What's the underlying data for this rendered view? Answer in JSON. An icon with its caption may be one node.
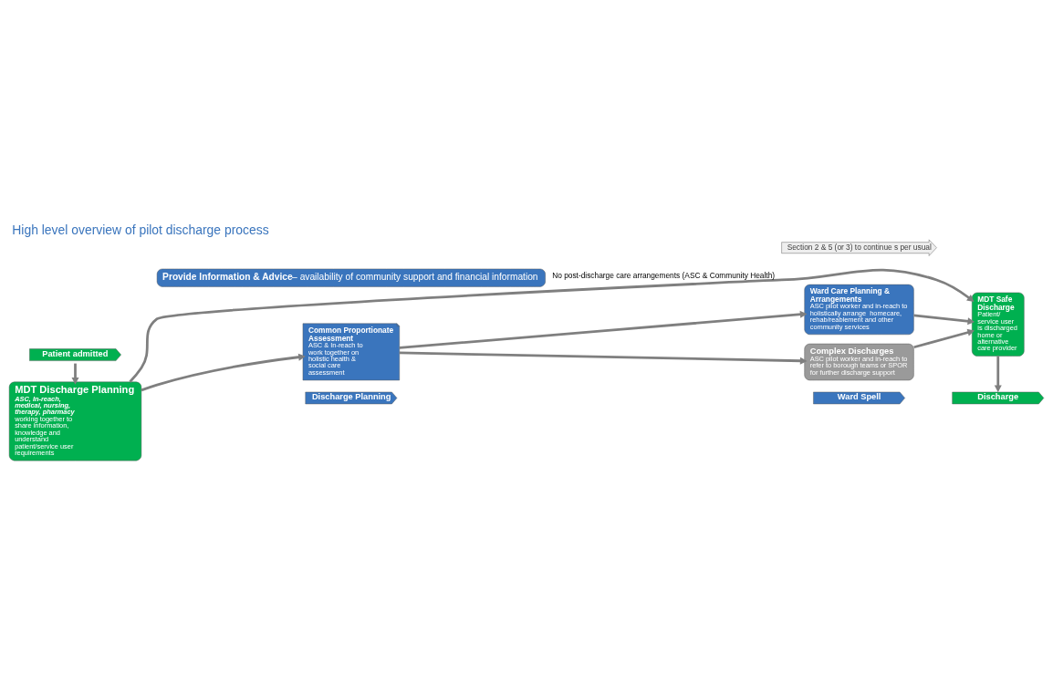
{
  "diagram": {
    "title": "High level overview of pilot discharge process",
    "nodes": [
      {
        "text": [
          "Patient admitted"
        ]
      },
      {
        "text": [
          "Discharge Planning"
        ]
      },
      {
        "text": [
          "Ward Spell"
        ]
      },
      {
        "text": [
          "Discharge"
        ]
      },
      {
        "text": [
          "MDT Discharge Planning",
          "ASC, In-reach, medical, nursing, therapy, pharmacy",
          "working together to share information, knowledge and understand patient/service user requirements"
        ]
      },
      {
        "text": [
          "Common Proportionate Assessment",
          "ASC & In-reach to work together on holistic health & social care assessment"
        ]
      },
      {
        "text": [
          "Ward Care Planning & Arrangements",
          "ASC pilot worker and in-reach to holistically arrange  homecare, rehab/reablement and other community services"
        ]
      },
      {
        "text": [
          "Complex Discharges",
          "ASC pilot worker and in-reach to refer to borough teams or SPOR for further discharge support"
        ]
      },
      {
        "text": [
          "MDT Safe Discharge",
          "Patient/ service user is discharged home or alternative care provider"
        ]
      },
      {
        "text": [
          "Provide Information & Advice",
          "– availability of community support and financial information"
        ]
      },
      {
        "text": [
          "Section 2 & 5 (or 3) to continue s per usual"
        ]
      }
    ],
    "edges": [
      {
        "from": 0,
        "to": 4,
        "arrow": "to"
      },
      {
        "from": 4,
        "to": 8,
        "arrow": "to",
        "label": "No post-discharge care arrangements (ASC & Community Health)"
      },
      {
        "from": 4,
        "to": 5,
        "arrow": "to"
      },
      {
        "from": 5,
        "to": 6,
        "arrow": "to"
      },
      {
        "from": 5,
        "to": 7,
        "arrow": "to"
      },
      {
        "from": 6,
        "to": 8,
        "arrow": "to"
      },
      {
        "from": 7,
        "to": 8,
        "arrow": "to"
      },
      {
        "from": 8,
        "to": 3,
        "arrow": "to"
      }
    ]
  }
}
